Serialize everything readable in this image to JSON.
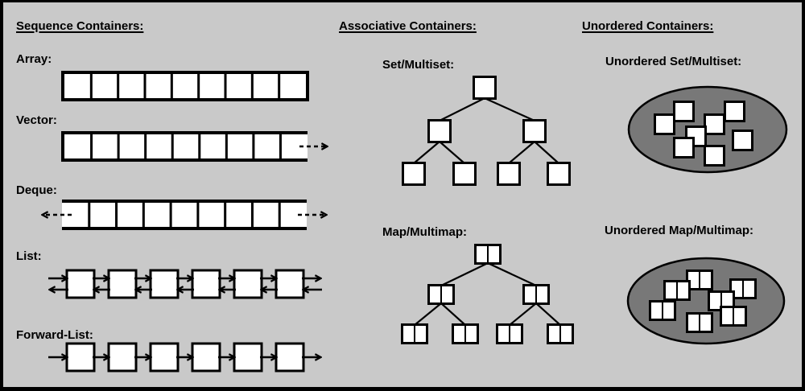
{
  "colors": {
    "background": "#c9c9c9",
    "line": "#000000",
    "shape_fill": "#ffffff",
    "bucket_fill": "#787878"
  },
  "sequence": {
    "title": "Sequence Containers:",
    "array_label": "Array:",
    "vector_label": "Vector:",
    "deque_label": "Deque:",
    "list_label": "List:",
    "forward_list_label": "Forward-List:",
    "array_cells": 9,
    "vector_cells": 9,
    "deque_cells": 9,
    "list_nodes": 6,
    "forward_list_nodes": 6
  },
  "associative": {
    "title": "Associative Containers:",
    "set_label": "Set/Multiset:",
    "map_label": "Map/Multimap:",
    "set_tree_nodes": 7,
    "map_tree_nodes": 7,
    "tree_levels": 3
  },
  "unordered": {
    "title": "Unordered Containers:",
    "set_label": "Unordered Set/Multiset:",
    "map_label": "Unordered Map/Multimap:",
    "set_elements": 8,
    "map_elements": 7
  }
}
